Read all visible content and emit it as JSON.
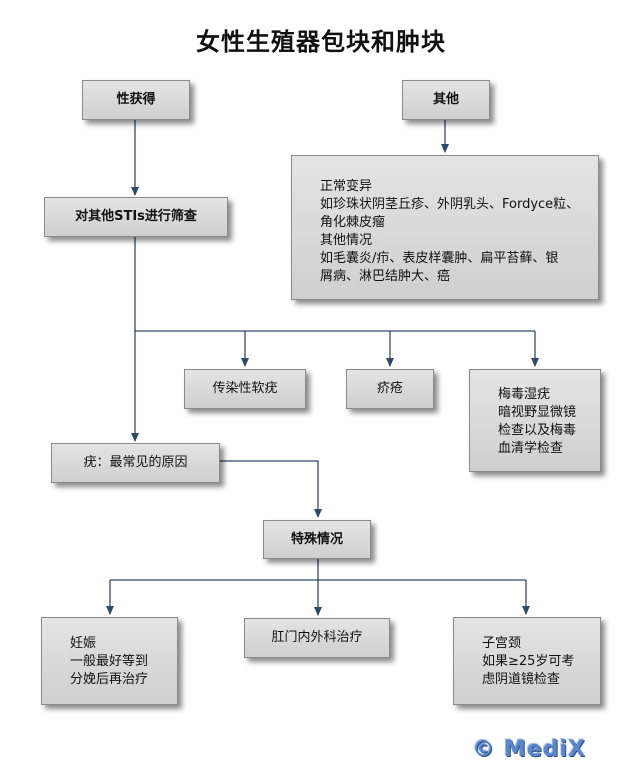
{
  "title": "女性生殖器包块和肿块",
  "nodes": {
    "sexual": "性获得",
    "other": "其他",
    "screen": "对其他STIs进行筛查",
    "other_detail": [
      "正常变异",
      "如珍珠状阴茎丘疹、外阴乳头、Fordyce粒、",
      "角化棘皮瘤",
      "其他情况",
      "如毛囊炎/疖、表皮样囊肿、扁平苔藓、银",
      "屑病、淋巴结肿大、癌"
    ],
    "molluscum": "传染性软疣",
    "scabies": "疥疮",
    "syphilis": [
      "梅毒湿疣",
      "暗视野显微镜",
      "检查以及梅毒",
      "血清学检查"
    ],
    "wart": "疣：最常见的原因",
    "special": "特殊情况",
    "pregnancy": [
      "妊娠",
      "一般最好等到",
      "分娩后再治疗"
    ],
    "anal": "肛门内外科治疗",
    "cervix": [
      "子宫颈",
      "如果≥25岁可考",
      "虑阴道镜检查"
    ]
  },
  "watermark": "© MediX",
  "colors": {
    "line": "#2f4a66",
    "box": "#d8d8d8"
  }
}
